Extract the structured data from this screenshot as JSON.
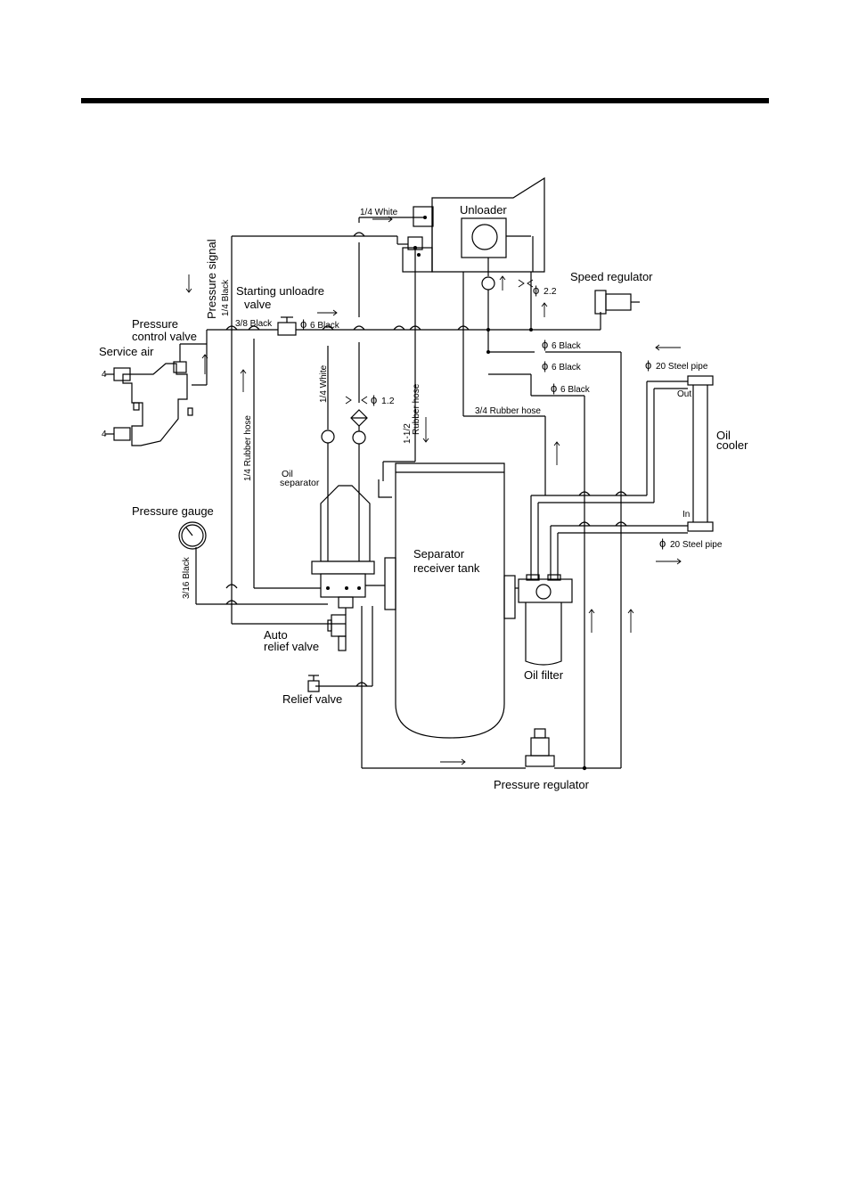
{
  "labels": {
    "unloader": "Unloader",
    "white_14_top": "1/4 White",
    "pressure_signal": "Pressure signal",
    "black_14": "1/4 Black",
    "starting_unloader_1": "Starting unloadre",
    "starting_unloader_2": "valve",
    "speed_regulator": "Speed regulator",
    "phi22": "2.2",
    "pressure_control_1": "Pressure",
    "pressure_control_2": "control valve",
    "black_38": "3/8 Black",
    "phi6_black_1": "6 Black",
    "phi6_black_2": "6 Black",
    "phi6_black_3": "6 Black",
    "phi6_black_4": "6 Black",
    "service_air": "Service air",
    "steel_pipe_20_top": "20 Steel pipe",
    "out": "Out",
    "white_14_side": "1/4 White",
    "phi12": "1.2",
    "rubber_112_1": "1-1/2",
    "rubber_112_2": "Rubber hose",
    "rubber_34": "3/4 Rubber hose",
    "oil_cooler_1": "Oil",
    "oil_cooler_2": "cooler",
    "rubber_14": "1/4 Rubber hose",
    "oil_separator_1": "Oil",
    "oil_separator_2": "separator",
    "in": "In",
    "pressure_gauge": "Pressure gauge",
    "steel_pipe_20_bottom": "20 Steel pipe",
    "separator_tank_1": "Separator",
    "separator_tank_2": "receiver tank",
    "black_316": "3/16 Black",
    "auto_relief_1": "Auto",
    "auto_relief_2": "relief valve",
    "oil_filter": "Oil filter",
    "relief_valve": "Relief valve",
    "pressure_regulator": "Pressure regulator",
    "phi_symbol": "ϕ"
  }
}
